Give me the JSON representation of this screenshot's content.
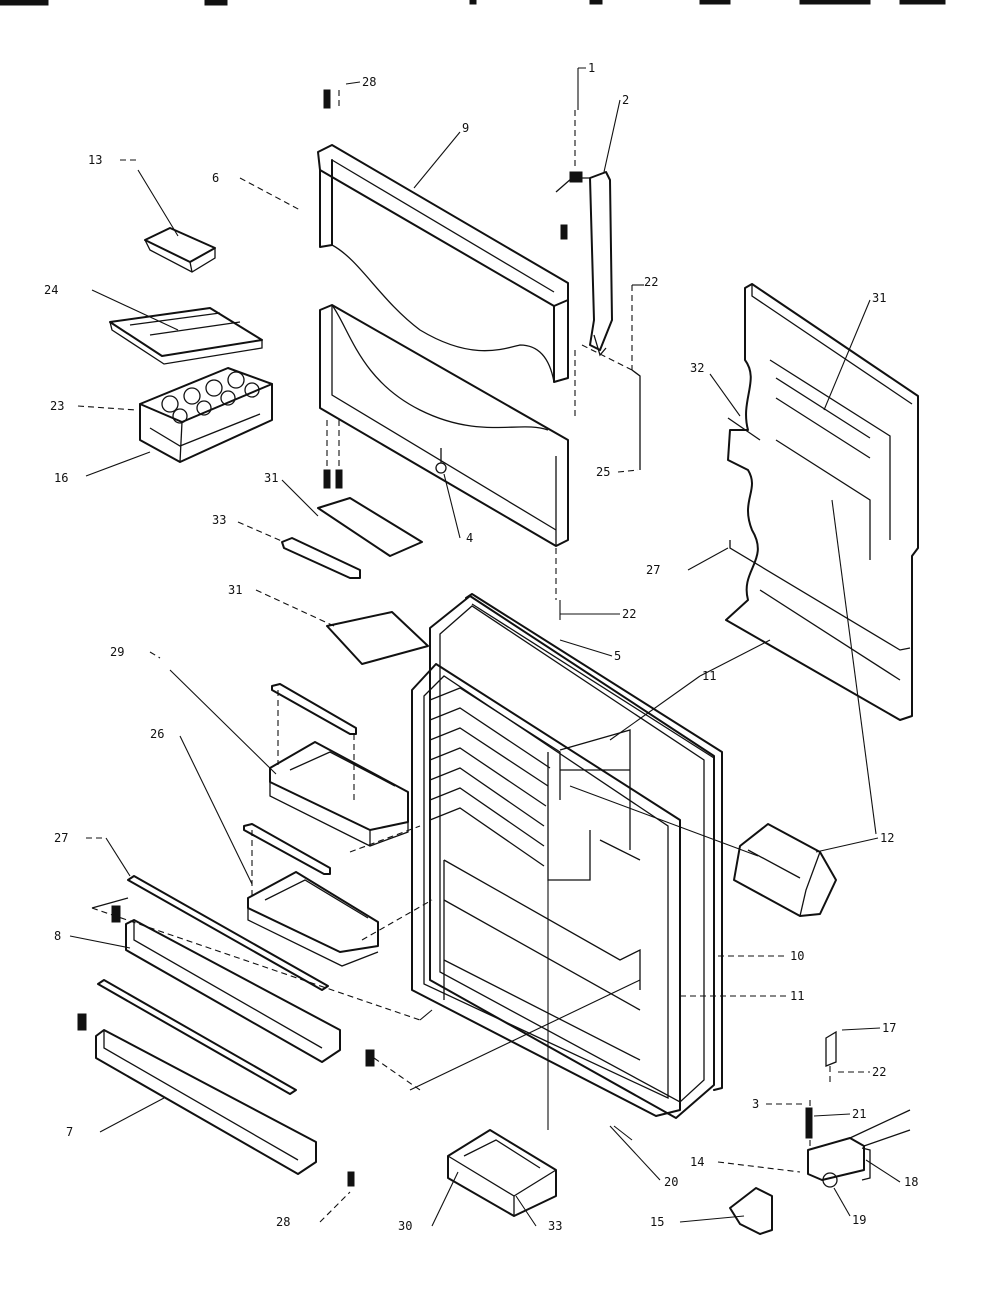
{
  "callouts": [
    {
      "id": "28a",
      "text": "28"
    },
    {
      "id": "9",
      "text": "9"
    },
    {
      "id": "1",
      "text": "1"
    },
    {
      "id": "2",
      "text": "2"
    },
    {
      "id": "13",
      "text": "13"
    },
    {
      "id": "6",
      "text": "6"
    },
    {
      "id": "24",
      "text": "24"
    },
    {
      "id": "22a",
      "text": "22"
    },
    {
      "id": "31a",
      "text": "31"
    },
    {
      "id": "32",
      "text": "32"
    },
    {
      "id": "23",
      "text": "23"
    },
    {
      "id": "16",
      "text": "16"
    },
    {
      "id": "25",
      "text": "25"
    },
    {
      "id": "31b",
      "text": "31"
    },
    {
      "id": "4",
      "text": "4"
    },
    {
      "id": "33a",
      "text": "33"
    },
    {
      "id": "27a",
      "text": "27"
    },
    {
      "id": "31c",
      "text": "31"
    },
    {
      "id": "22b",
      "text": "22"
    },
    {
      "id": "5",
      "text": "5"
    },
    {
      "id": "11a",
      "text": "11"
    },
    {
      "id": "29",
      "text": "29"
    },
    {
      "id": "26",
      "text": "26"
    },
    {
      "id": "12",
      "text": "12"
    },
    {
      "id": "27b",
      "text": "27"
    },
    {
      "id": "8",
      "text": "8"
    },
    {
      "id": "10",
      "text": "10"
    },
    {
      "id": "11b",
      "text": "11"
    },
    {
      "id": "17",
      "text": "17"
    },
    {
      "id": "22c",
      "text": "22"
    },
    {
      "id": "3",
      "text": "3"
    },
    {
      "id": "21",
      "text": "21"
    },
    {
      "id": "7",
      "text": "7"
    },
    {
      "id": "14",
      "text": "14"
    },
    {
      "id": "18",
      "text": "18"
    },
    {
      "id": "20",
      "text": "20"
    },
    {
      "id": "28b",
      "text": "28"
    },
    {
      "id": "30",
      "text": "30"
    },
    {
      "id": "33b",
      "text": "33"
    },
    {
      "id": "15",
      "text": "15"
    },
    {
      "id": "19",
      "text": "19"
    }
  ]
}
